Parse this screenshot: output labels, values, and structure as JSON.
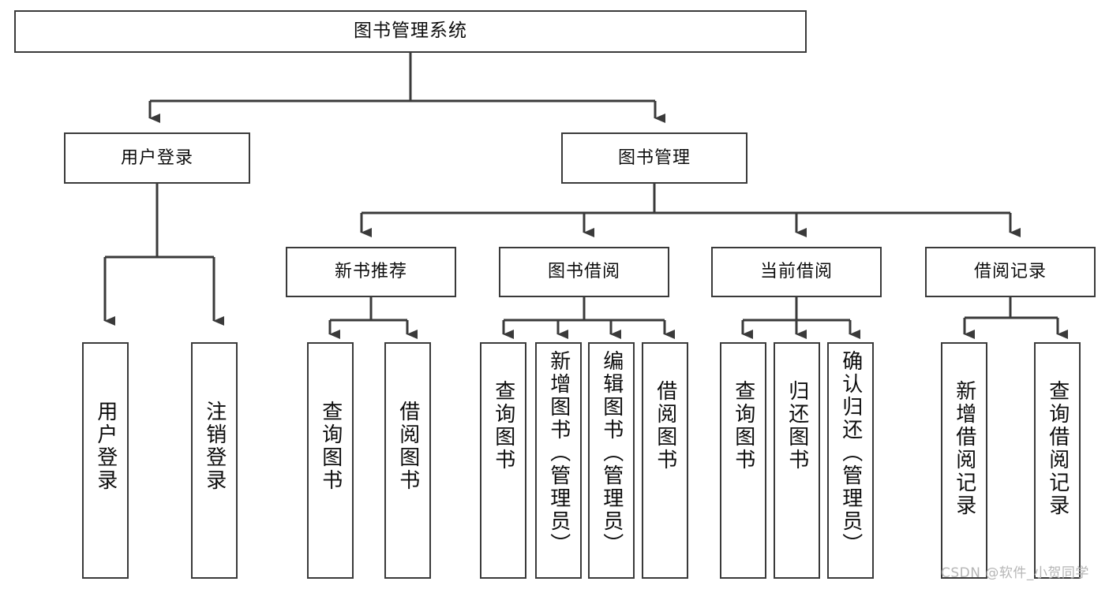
{
  "diagram": {
    "title": "图书管理系统",
    "type": "功能结构图",
    "stroke_color": "#3a3a3a",
    "box_fill": "#ffffff",
    "text_color": "#0d0d0d"
  },
  "root": {
    "label": "图书管理系统"
  },
  "level1": [
    {
      "label": "用户登录"
    },
    {
      "label": "图书管理"
    }
  ],
  "level2": [
    {
      "label": "新书推荐"
    },
    {
      "label": "图书借阅"
    },
    {
      "label": "当前借阅"
    },
    {
      "label": "借阅记录"
    }
  ],
  "leaves": {
    "user_login": [
      {
        "label": "用户登录"
      },
      {
        "label": "注销登录"
      }
    ],
    "new_book_recommend": [
      {
        "label": "查询图书"
      },
      {
        "label": "借阅图书"
      }
    ],
    "book_borrow": [
      {
        "label": "查询图书"
      },
      {
        "label": "新增图书（管理员）"
      },
      {
        "label": "编辑图书（管理员）"
      },
      {
        "label": "借阅图书"
      }
    ],
    "current_borrow": [
      {
        "label": "查询图书"
      },
      {
        "label": "归还图书"
      },
      {
        "label": "确认归还（管理员）"
      }
    ],
    "borrow_record": [
      {
        "label": "新增借阅记录"
      },
      {
        "label": "查询借阅记录"
      }
    ]
  },
  "watermark": {
    "text": "CSDN @软件_小贺同学"
  }
}
